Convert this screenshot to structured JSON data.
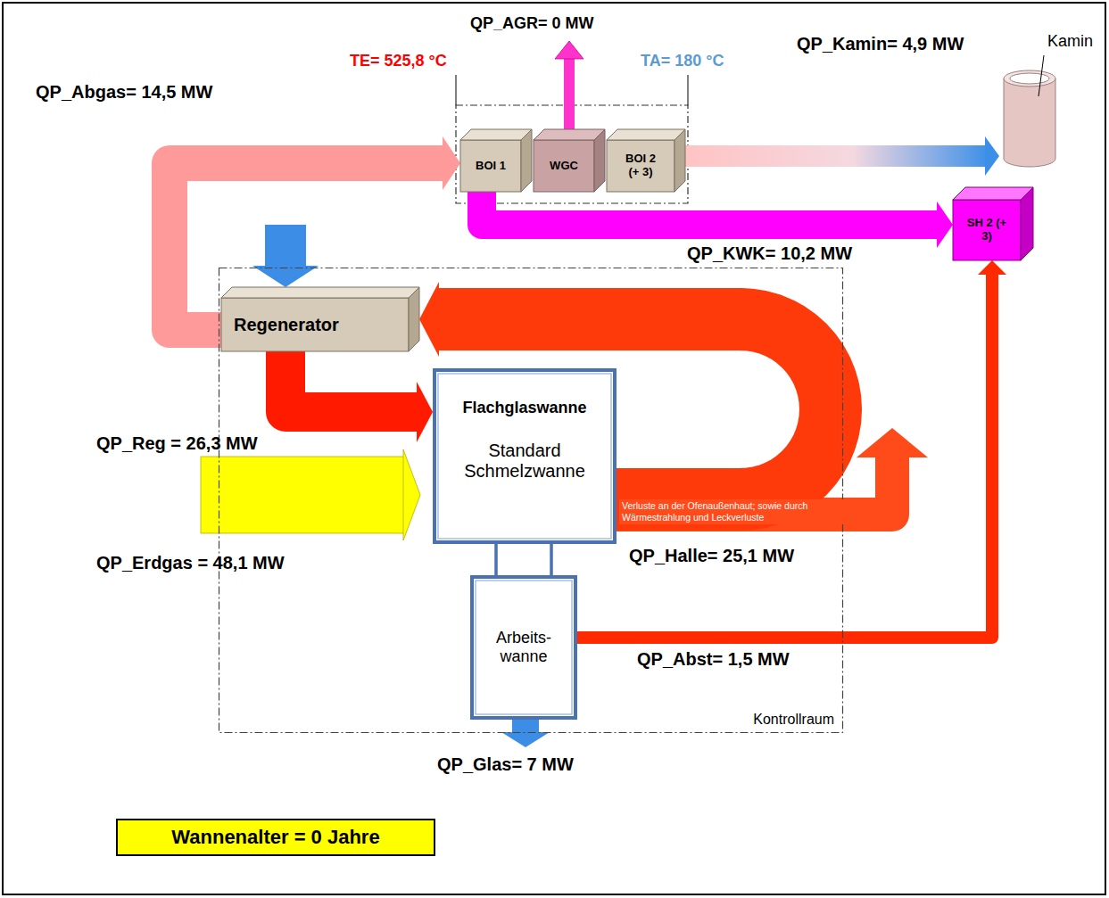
{
  "diagram": {
    "nodes": [
      {
        "text": [
          "BOI 1"
        ]
      },
      {
        "text": [
          "WGC"
        ]
      },
      {
        "text": [
          "BOI 2 (+ 3)"
        ]
      },
      {
        "text": [
          "Kamin"
        ]
      },
      {
        "text": [
          "SH 2 (+ 3)"
        ]
      },
      {
        "text": [
          "Kontrollraum"
        ]
      },
      {
        "text": [
          "Regenerator"
        ],
        "in": 5
      },
      {
        "text": [
          "Flachglaswanne",
          "Standard Schmelzwanne"
        ],
        "in": 5
      },
      {
        "text": [
          "Arbeits- wanne"
        ],
        "in": 5
      },
      {
        "text": [
          "Wannenalter = 0 Jahre"
        ]
      }
    ],
    "edges": [
      {
        "from": 6,
        "to": 0,
        "label": "QP_Abgas= 14,5 MW",
        "arrow": "to"
      },
      {
        "from": 7,
        "to": 6,
        "arrow": "to"
      },
      {
        "from": 6,
        "to": 7,
        "label": "QP_Reg = 26,3 MW",
        "arrow": "to"
      },
      {
        "from": 0,
        "to": 4,
        "label": "QP_KWK= 10,2 MW",
        "arrow": "to"
      },
      {
        "from": 2,
        "to": 3,
        "label": "QP_Kamin= 4,9 MW",
        "arrow": "to"
      },
      {
        "from": 8,
        "to": 4,
        "label": "QP_Abst= 1,5 MW",
        "arrow": "to"
      }
    ],
    "labels": [
      "QP_AGR= 0 MW",
      "TE= 525,8 °C",
      "TA= 180 °C",
      "QP_Erdgas = 48,1 MW",
      "Verluste an der Ofenaußenhaut; sowie durch Wärmestrahlung und Leckverluste",
      "QP_Halle= 25,1 MW",
      "QP_Glas= 7 MW"
    ]
  }
}
